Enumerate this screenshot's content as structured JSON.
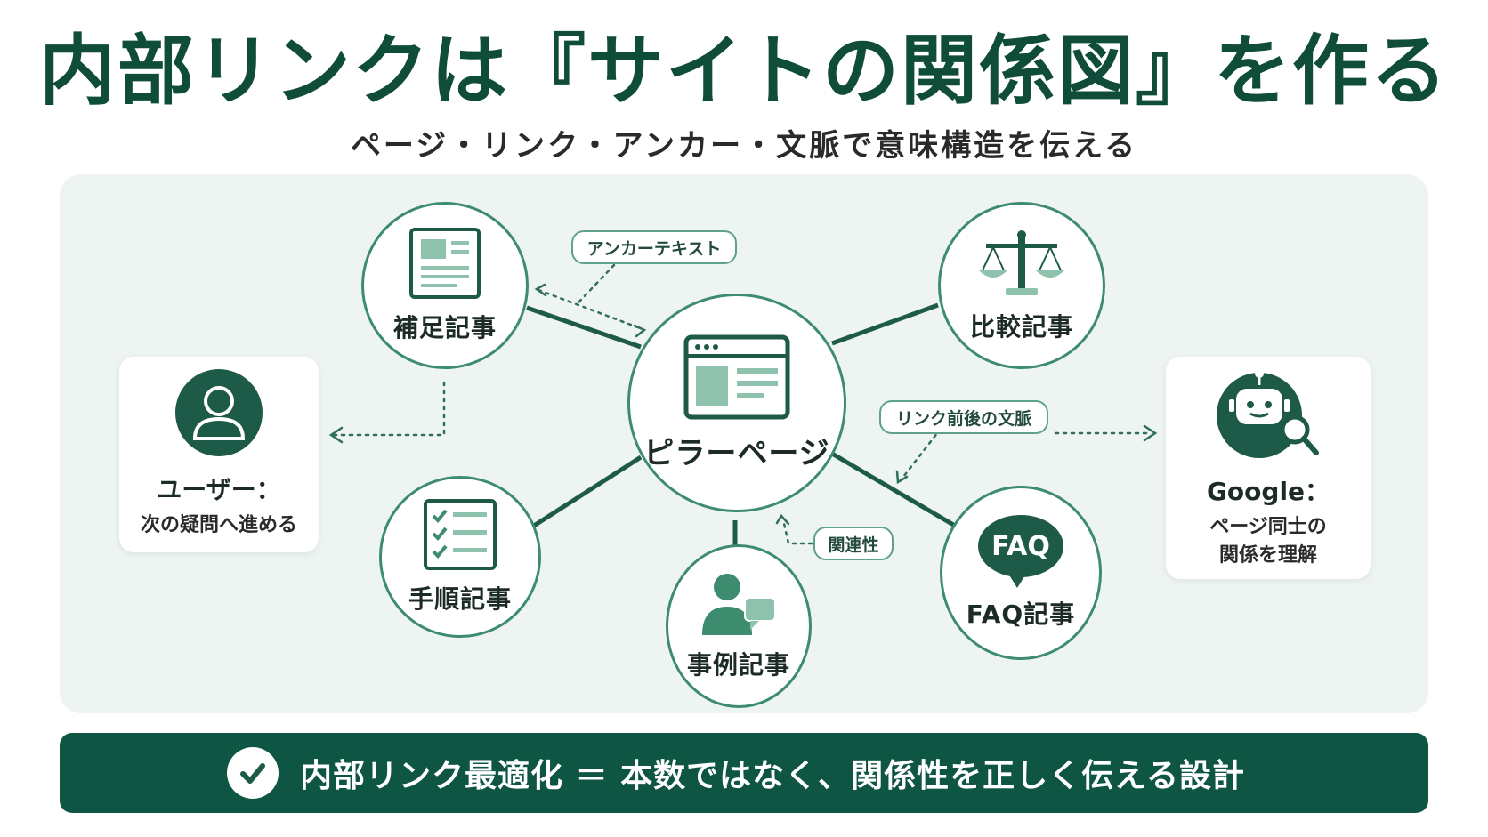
{
  "header": {
    "title": "内部リンクは『サイトの関係図』を作る",
    "subtitle": "ページ・リンク・アンカー・文脈で意味構造を伝える"
  },
  "diagram": {
    "center": {
      "label": "ピラーページ",
      "icon": "browser-window-icon"
    },
    "nodes": [
      {
        "id": "supplement",
        "label": "補足記事",
        "icon": "article-icon"
      },
      {
        "id": "compare",
        "label": "比較記事",
        "icon": "scale-icon"
      },
      {
        "id": "howto",
        "label": "手順記事",
        "icon": "checklist-icon"
      },
      {
        "id": "case",
        "label": "事例記事",
        "icon": "person-chat-icon"
      },
      {
        "id": "faq",
        "label": "FAQ記事",
        "icon": "faq-bubble-icon",
        "bubble_text": "FAQ"
      }
    ],
    "annotations": {
      "anchor_text": "アンカーテキスト",
      "link_context": "リンク前後の文脈",
      "relevance": "関連性"
    },
    "user_card": {
      "title": "ユーザー：",
      "desc": "次の疑問へ進める",
      "icon": "user-icon"
    },
    "google_card": {
      "title": "Google：",
      "desc_line1": "ページ同士の",
      "desc_line2": "関係を理解",
      "icon": "robot-search-icon"
    }
  },
  "banner": {
    "text": "内部リンク最適化 ＝ 本数ではなく、関係性を正しく伝える設計",
    "icon": "check-circle-icon"
  },
  "colors": {
    "primary": "#0f5544",
    "accent": "#3e8c70",
    "light_accent": "#8fc2ac",
    "panel_bg": "#eef4f1"
  }
}
